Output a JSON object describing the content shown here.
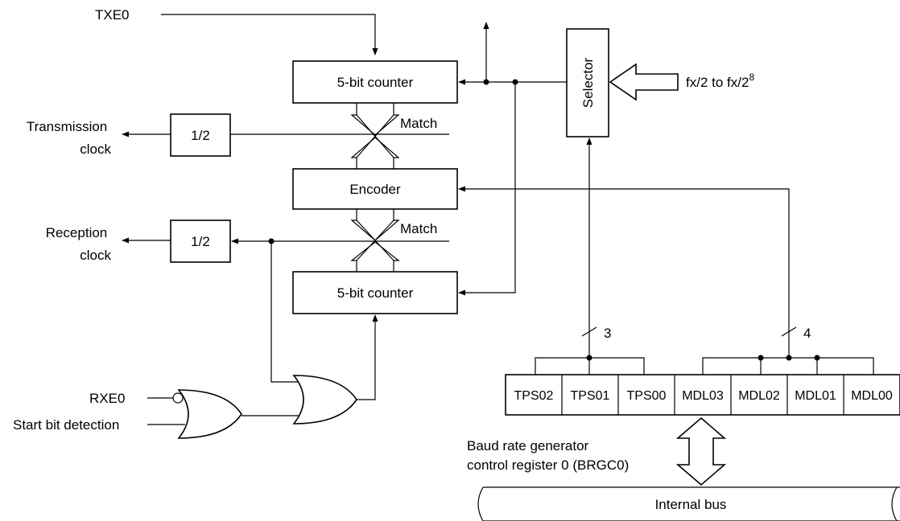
{
  "signals": {
    "txe0": "TXE0",
    "rxe0": "RXE0",
    "start_bit_detection": "Start bit detection",
    "transmission_clock": [
      "Transmission",
      "clock"
    ],
    "reception_clock": [
      "Reception",
      "clock"
    ],
    "clock_source_main": "fx/2 to fx/2",
    "clock_source_exp": "8"
  },
  "blocks": {
    "counter_top": "5-bit counter",
    "counter_bottom": "5-bit counter",
    "encoder": "Encoder",
    "selector": "Selector",
    "divider_tx": "1/2",
    "divider_rx": "1/2"
  },
  "match_labels": {
    "upper": "Match",
    "lower": "Match"
  },
  "bus_widths": {
    "tps": "3",
    "mdl": "4"
  },
  "register": {
    "bits": [
      "TPS02",
      "TPS01",
      "TPS00",
      "MDL03",
      "MDL02",
      "MDL01",
      "MDL00"
    ],
    "caption": [
      "Baud rate generator",
      "control register 0 (BRGC0)"
    ]
  },
  "internal_bus": "Internal bus"
}
